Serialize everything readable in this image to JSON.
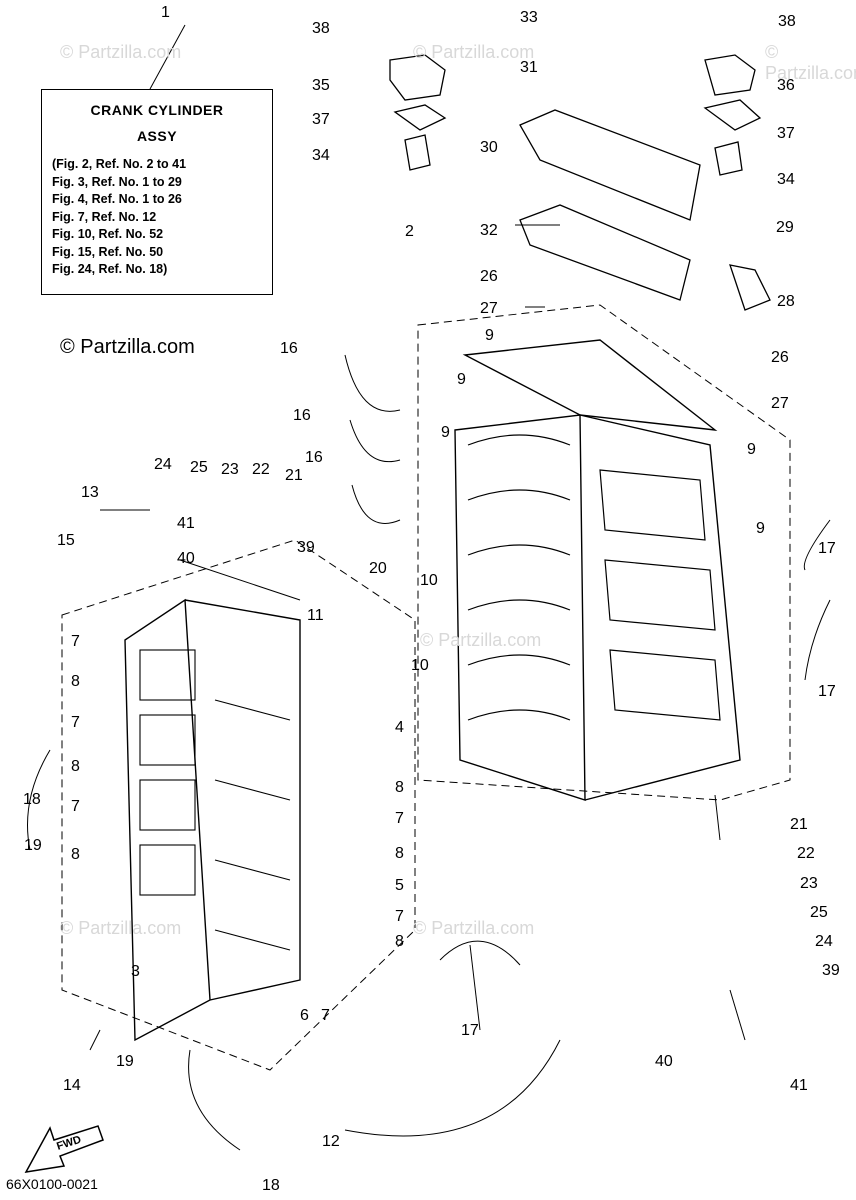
{
  "legend": {
    "ref": "1",
    "title_line1": "CRANK CYLINDER",
    "title_line2": "ASSY",
    "lines": [
      "(Fig. 2, Ref. No. 2 to 41",
      "Fig. 3, Ref. No. 1 to 29",
      "Fig. 4, Ref. No. 1 to 26",
      "Fig. 7, Ref. No. 12",
      "Fig. 10, Ref. No. 52",
      "Fig. 15, Ref. No. 50",
      "Fig. 24, Ref. No. 18)"
    ]
  },
  "copyright": "© Partzilla.com",
  "watermark": "© Partzilla.com",
  "fwd_label": "FWD",
  "diagram_code": "66X0100-0021",
  "callouts": [
    "38",
    "33",
    "38",
    "35",
    "31",
    "36",
    "37",
    "37",
    "34",
    "30",
    "34",
    "2",
    "32",
    "29",
    "26",
    "28",
    "27",
    "16",
    "9",
    "26",
    "27",
    "9",
    "16",
    "9",
    "16",
    "9",
    "24",
    "25",
    "23",
    "22",
    "21",
    "13",
    "41",
    "39",
    "17",
    "15",
    "40",
    "20",
    "9",
    "10",
    "11",
    "7",
    "17",
    "10",
    "8",
    "4",
    "7",
    "8",
    "8",
    "7",
    "18",
    "7",
    "21",
    "8",
    "8",
    "22",
    "19",
    "5",
    "23",
    "25",
    "7",
    "24",
    "8",
    "39",
    "3",
    "17",
    "6",
    "7",
    "14",
    "19",
    "40",
    "41",
    "12",
    "18"
  ]
}
